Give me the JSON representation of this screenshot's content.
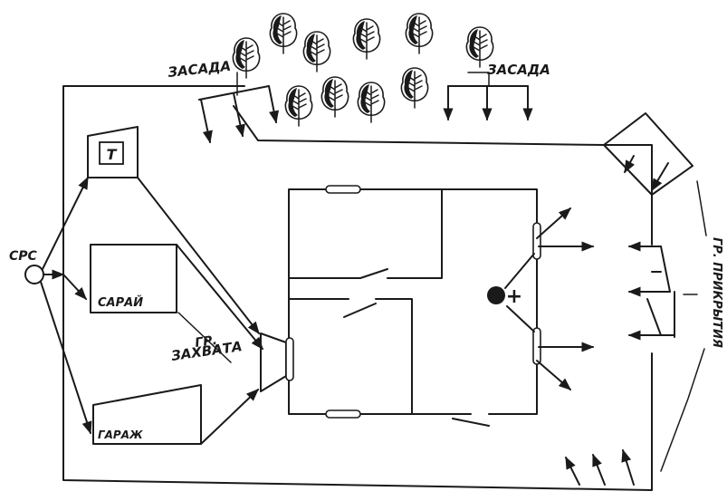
{
  "labels": {
    "ambush_left": "ЗАСАДА",
    "ambush_right": "ЗАСАДА",
    "srs": "СРС",
    "shed": "САРАЙ",
    "garage": "ГАРАЖ",
    "toilet": "Т",
    "capture_group_line1": "ГР.",
    "capture_group_line2": "ЗАХВАТА",
    "cover_group": "ГР. ПРИКРЫТИЯ",
    "target_mark": "+"
  },
  "colors": {
    "ink": "#1a1a1a",
    "paper": "#ffffff"
  }
}
